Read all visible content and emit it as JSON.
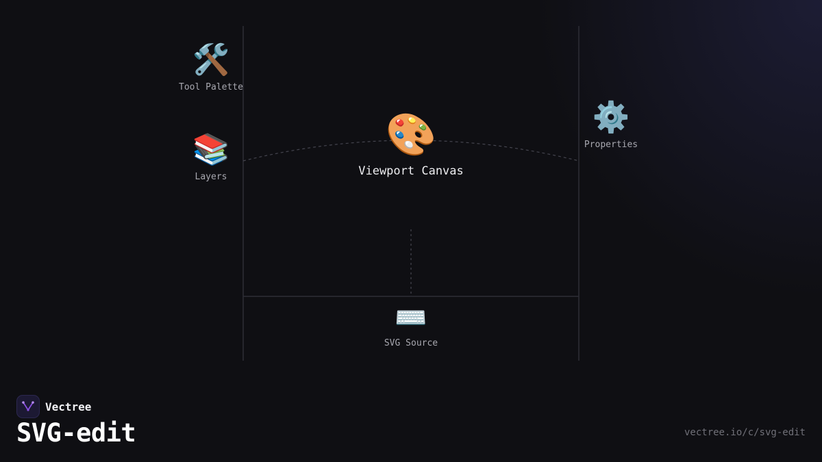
{
  "diagram": {
    "nodes": {
      "tool_palette": {
        "label": "Tool Palette",
        "icon": "hammer-and-wrench-icon",
        "glyph": "🛠️"
      },
      "layers": {
        "label": "Layers",
        "icon": "books-icon",
        "glyph": "📚"
      },
      "viewport_canvas": {
        "label": "Viewport Canvas",
        "icon": "artist-palette-icon",
        "glyph": "🎨"
      },
      "properties": {
        "label": "Properties",
        "icon": "gear-icon",
        "glyph": "⚙️"
      },
      "svg_source": {
        "label": "SVG Source",
        "icon": "keyboard-icon",
        "glyph": "⌨️"
      }
    }
  },
  "brand": {
    "name": "Vectree",
    "logo_icon": "vectree-logo-icon",
    "accent": "#8a4fe0"
  },
  "footer": {
    "title": "SVG-edit",
    "url": "vectree.io/c/svg-edit"
  }
}
